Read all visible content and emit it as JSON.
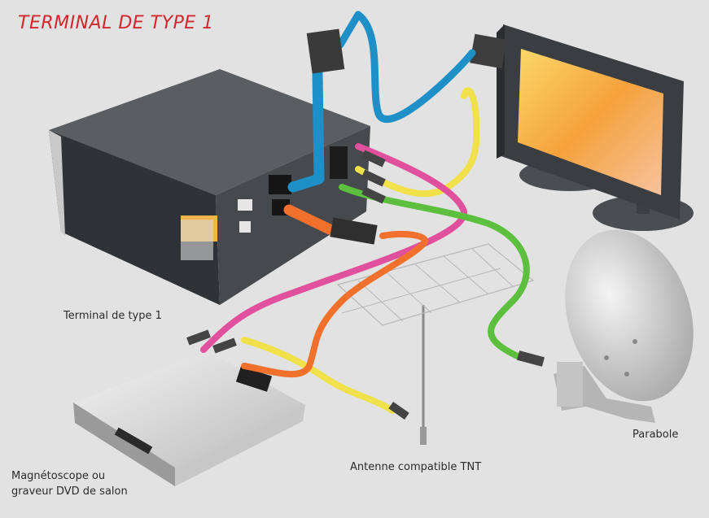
{
  "title": "TERMINAL DE TYPE 1",
  "labels": {
    "terminal": "Terminal de type 1",
    "vcr_line1": "Magnétoscope ou",
    "vcr_line2": "graveur DVD de salon",
    "antenna": "Antenne compatible TNT",
    "dish": "Parabole"
  },
  "colors": {
    "title": "#d0282c",
    "cable_blue": "#1f8fc8",
    "cable_yellow": "#f0e04a",
    "cable_pink": "#e0509c",
    "cable_green": "#5cbf3e",
    "cable_orange": "#f0702c",
    "terminal_body": "#4a4d52",
    "tv_screen": "#f5a23c"
  }
}
